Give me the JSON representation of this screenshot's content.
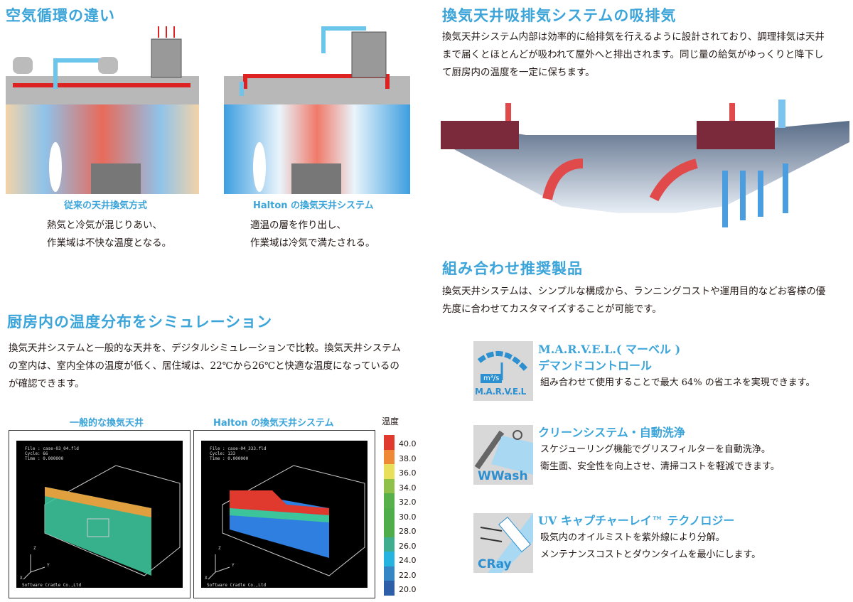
{
  "left": {
    "section1": {
      "title": "空気循環の違い",
      "conventional": {
        "caption": "従来の天井換気方式",
        "lines": [
          "熱気と冷気が混じりあい、",
          "作業域は不快な温度となる。"
        ]
      },
      "halton": {
        "caption": "Halton の換気天井システム",
        "lines": [
          "適温の層を作り出し、",
          "作業域は冷気で満たされる。"
        ]
      }
    },
    "section2": {
      "title": "厨房内の温度分布をシミュレーション",
      "lines": [
        "換気天井システムと一般的な天井を、デジタルシミュレーションで比較。換気天井システム",
        "の室内は、室内全体の温度が低く、居住域は、22℃から26℃と快適な温度になっているの",
        "が確認できます。"
      ],
      "sim_left": {
        "label": "一般的な換気天井",
        "file": "File : case-03_04.fld",
        "cycle": "Cycle: 66",
        "time": "Time : 0.000000",
        "credit": "Software Cradle Co.,Ltd"
      },
      "sim_right": {
        "label": "Halton の換気天井システム",
        "file": "File : case-04_333.fld",
        "cycle": "Cycle: 133",
        "time": "Time : 0.000000",
        "credit": "Software Cradle Co.,Ltd"
      },
      "axes": {
        "x": "X",
        "y": "Y",
        "z": "Z"
      },
      "legend": {
        "title": "温度",
        "values": [
          "40.0",
          "38.0",
          "36.0",
          "34.0",
          "32.0",
          "30.0",
          "28.0",
          "26.0",
          "24.0",
          "22.0",
          "20.0"
        ],
        "colors": [
          "#e03a2e",
          "#ee8a35",
          "#e8e05a",
          "#8fc04a",
          "#58b04a",
          "#4fae4a",
          "#4fae4a",
          "#3fae8e",
          "#26b3e0",
          "#3586c4",
          "#2c5fa8"
        ]
      }
    }
  },
  "right": {
    "section3": {
      "title": "換気天井吸排気システムの吸排気",
      "lines": [
        "換気天井システム内部は効率的に給排気を行えるように設計されており、調理排気は天井",
        "まで届くとほとんどが吸われて屋外へと排出されます。同じ量の給気がゆっくりと降下し",
        "て厨房内の温度を一定に保ちます。"
      ]
    },
    "section4": {
      "title": "組み合わせ推奨製品",
      "lines": [
        "換気天井システムは、シンプルな構成から、ランニングコストや運用目的などお客様の優",
        "先度に合わせてカスタマイズすることが可能です。"
      ],
      "products": [
        {
          "title1": "M.A.R.V.E.L.( マーベル )",
          "title2": "デマンドコントロール",
          "lines": [
            "組み合わせて使用することで最大 64% の省エネを実現できます。"
          ],
          "icon_text": "M.A.R.V.E.L",
          "icon_unit": "m³/s"
        },
        {
          "title1": "クリーンシステム・自動洗浄",
          "lines": [
            "スケジューリング機能でグリスフィルターを自動洗浄。",
            "衛生面、安全性を向上させ、清掃コストを軽減できます。"
          ],
          "icon_text": "WWash"
        },
        {
          "title1": "UV キャプチャーレイ™ テクノロジー",
          "lines": [
            "吸気内のオイルミストを紫外線により分解。",
            "メンテナンスコストとダウンタイムを最小にします。"
          ],
          "icon_text": "CRay"
        }
      ]
    }
  },
  "colors": {
    "accent": "#3ba4d9",
    "hot": "#e03a3a",
    "cool": "#3a8fd9"
  }
}
